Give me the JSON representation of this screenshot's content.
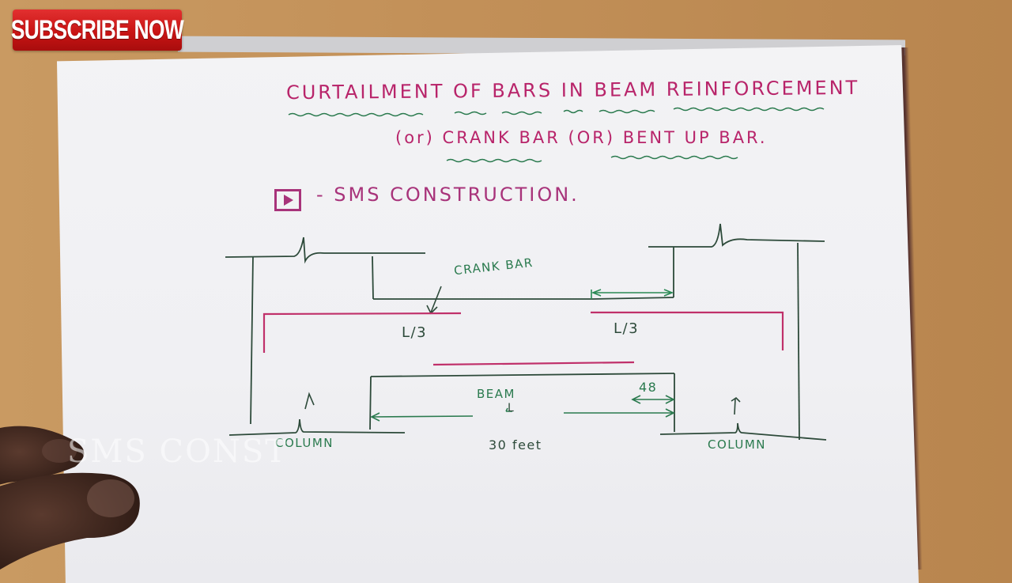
{
  "overlay": {
    "subscribe_label": "SUBSCRIBE NOW",
    "watermark": "SMS CONST"
  },
  "page": {
    "title_line1": "CURTAILMENT OF BARS IN BEAM REINFORCEMENT",
    "title_line2": "(or) CRANK BAR (OR) BENT UP BAR.",
    "channel_credit": "- SMS CONSTRUCTION.",
    "channel_icon": "play-button-icon"
  },
  "diagram": {
    "labels": {
      "crank_bar": "CRANK BAR",
      "left_fraction": "L/3",
      "right_fraction": "L/3",
      "beam": "BEAM",
      "beam_span_symbol": "L",
      "span_length": "30 feet",
      "end_dimension": "48",
      "left_column": "COLUMN",
      "right_column": "COLUMN"
    },
    "colors": {
      "ink_green": "#2a7a4e",
      "ink_pink": "#c0306a",
      "ink_dark": "#2d4a3a"
    }
  }
}
